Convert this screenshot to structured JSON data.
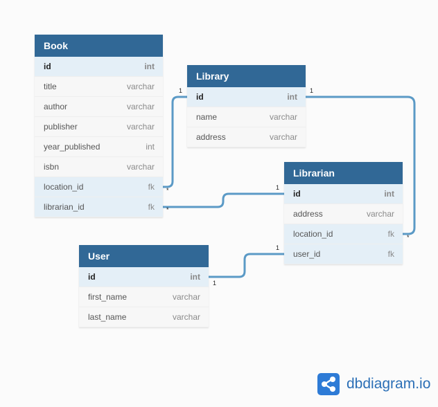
{
  "tables": {
    "book": {
      "name": "Book",
      "fields": [
        {
          "name": "id",
          "type": "int"
        },
        {
          "name": "title",
          "type": "varchar"
        },
        {
          "name": "author",
          "type": "varchar"
        },
        {
          "name": "publisher",
          "type": "varchar"
        },
        {
          "name": "year_published",
          "type": "int"
        },
        {
          "name": "isbn",
          "type": "varchar"
        },
        {
          "name": "location_id",
          "type": "fk"
        },
        {
          "name": "librarian_id",
          "type": "fk"
        }
      ]
    },
    "library": {
      "name": "Library",
      "fields": [
        {
          "name": "id",
          "type": "int"
        },
        {
          "name": "name",
          "type": "varchar"
        },
        {
          "name": "address",
          "type": "varchar"
        }
      ]
    },
    "librarian": {
      "name": "Librarian",
      "fields": [
        {
          "name": "id",
          "type": "int"
        },
        {
          "name": "address",
          "type": "varchar"
        },
        {
          "name": "location_id",
          "type": "fk"
        },
        {
          "name": "user_id",
          "type": "fk"
        }
      ]
    },
    "user": {
      "name": "User",
      "fields": [
        {
          "name": "id",
          "type": "int"
        },
        {
          "name": "first_name",
          "type": "varchar"
        },
        {
          "name": "last_name",
          "type": "varchar"
        }
      ]
    }
  },
  "relationships": [
    {
      "from": "Book.location_id",
      "to": "Library.id",
      "from_card": "*",
      "to_card": "1"
    },
    {
      "from": "Book.librarian_id",
      "to": "Librarian.id",
      "from_card": "*",
      "to_card": "1"
    },
    {
      "from": "Librarian.location_id",
      "to": "Library.id",
      "from_card": "*",
      "to_card": "1"
    },
    {
      "from": "User.id",
      "to": "Librarian.user_id",
      "from_card": "1",
      "to_card": "1"
    }
  ],
  "colors": {
    "header": "#316896",
    "link": "#5b9ac6",
    "key_row": "#e4eff7",
    "brand": "#2b6fb6"
  },
  "brand": {
    "name": "dbdiagram.io",
    "icon": "share-icon"
  }
}
